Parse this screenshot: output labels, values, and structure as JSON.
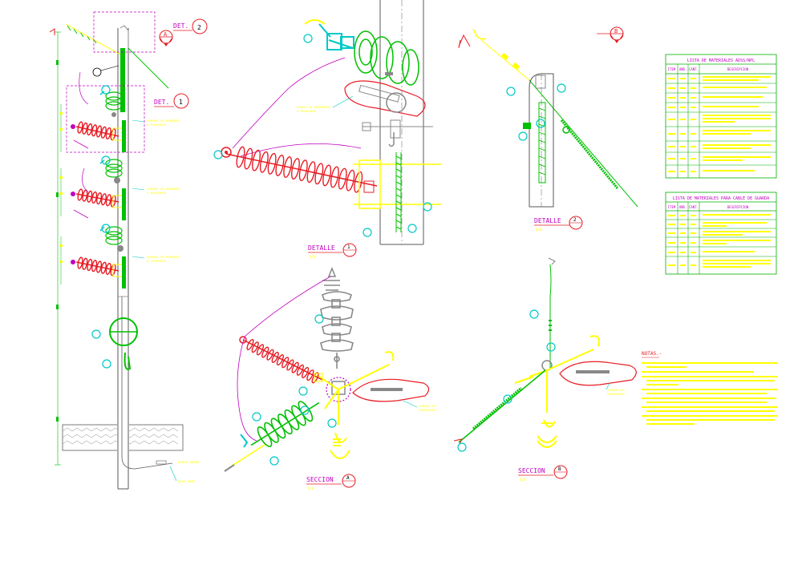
{
  "labels": {
    "det1": "DET.",
    "det1_num": "1",
    "det2": "DET.",
    "det2_num": "2",
    "marker_a": "A",
    "marker_b": "B",
    "detalle1": "DETALLE",
    "detalle1_num": "1",
    "detalle2": "DETALLE",
    "detalle2_num": "2",
    "seccion_a": "SECCION",
    "seccion_a_letter": "A",
    "seccion_b": "SECCION",
    "seccion_b_letter": "B",
    "scale": "S/E",
    "notas": "NOTAS.-"
  },
  "tables": {
    "adss": {
      "title": "LISTA DE MATERIALES ADSS/NPL",
      "headers": [
        "ITEM",
        "UND.",
        "CANT.",
        "DESCRIPCION"
      ]
    },
    "guarda": {
      "title": "LISTA DE MATERIALES PARA CABLE DE GUARDA",
      "headers": [
        "ITEM",
        "UND.",
        "CANT.",
        "DESCRIPCION"
      ]
    }
  },
  "colors": {
    "pole": "#5a5a5a",
    "insulator": "#e81c24",
    "green": "#00c000",
    "yellow": "#ffff00",
    "magenta": "#c000c0",
    "cyan": "#00c8c8",
    "table_border": "#00b000"
  }
}
